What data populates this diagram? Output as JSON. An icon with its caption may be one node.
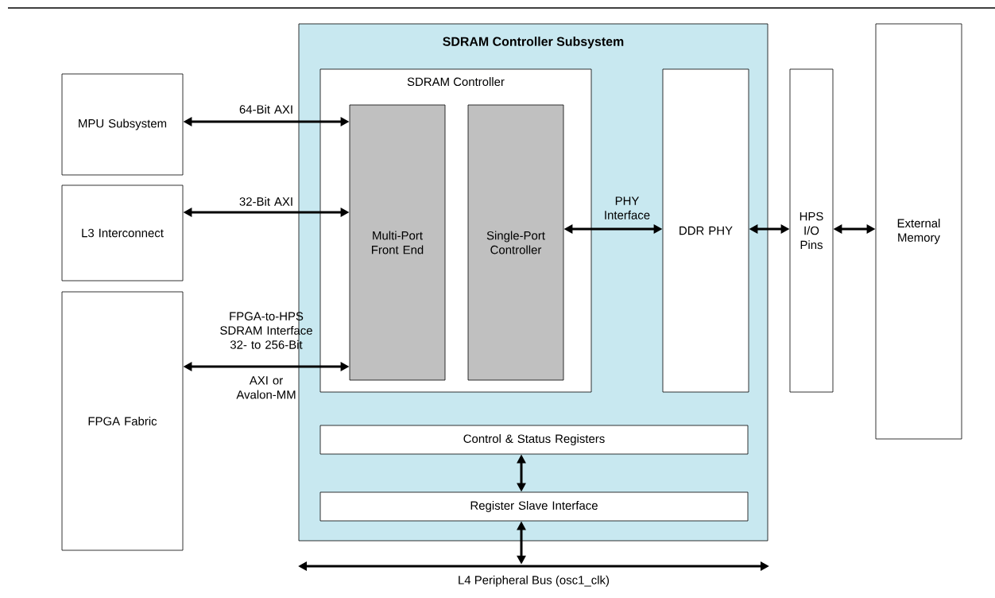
{
  "diagram": {
    "nodes": [
      {
        "text": [
          "MPU Subsystem"
        ]
      },
      {
        "text": [
          "L3 Interconnect"
        ]
      },
      {
        "text": [
          "FPGA Fabric"
        ]
      },
      {
        "text": [
          "SDRAM Controller Subsystem"
        ]
      },
      {
        "text": [
          "SDRAM Controller"
        ],
        "in": 3
      },
      {
        "text": [
          "Multi-Port Front End"
        ],
        "in": 4
      },
      {
        "text": [
          "Single-Port Controller"
        ],
        "in": 4
      },
      {
        "text": [
          "DDR PHY"
        ],
        "in": 3
      },
      {
        "text": [
          "Control & Status Registers"
        ],
        "in": 3
      },
      {
        "text": [
          "Register Slave Interface"
        ],
        "in": 3
      },
      {
        "text": [
          "HPS I/O Pins"
        ]
      },
      {
        "text": [
          "External Memory"
        ]
      },
      {
        "text": [
          "L4 Peripheral Bus (osc1_clk)"
        ]
      }
    ],
    "edges": [
      {
        "from": 0,
        "to": 5,
        "arrow": "both",
        "label": "64-Bit AXI"
      },
      {
        "from": 1,
        "to": 5,
        "arrow": "both",
        "label": "32-Bit AXI"
      },
      {
        "from": 2,
        "to": 5,
        "arrow": "both",
        "label": "FPGA-to-HPS SDRAM Interface 32- to 256-Bit"
      },
      {
        "from": 6,
        "to": 7,
        "arrow": "both",
        "label": "PHY Interface"
      },
      {
        "from": 7,
        "to": 10,
        "arrow": "both"
      },
      {
        "from": 10,
        "to": 11,
        "arrow": "both"
      },
      {
        "from": 8,
        "to": 9,
        "arrow": "both"
      },
      {
        "from": 9,
        "to": 12,
        "arrow": "both"
      }
    ],
    "labels": [
      "AXI or Avalon-MM"
    ]
  }
}
